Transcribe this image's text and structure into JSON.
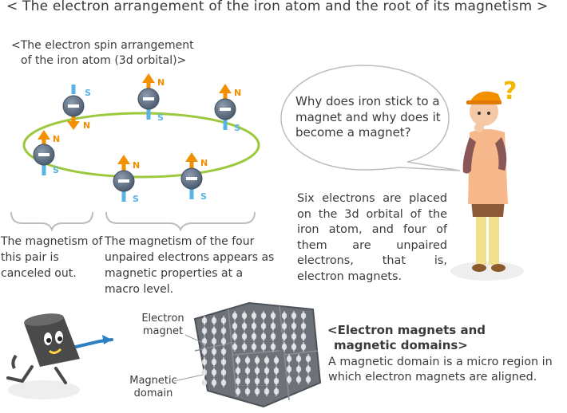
{
  "title": "< The electron arrangement of the iron atom and the root of its magnetism >",
  "spin_heading": {
    "line1": "<The electron spin arrangement",
    "line2": "of the iron atom (3d orbital)>"
  },
  "pole_labels": {
    "north": "N",
    "south": "S"
  },
  "pair_caption": "The magnetism of this pair is canceled out.",
  "unpaired_caption": "The magnetism of the four unpaired electrons appears as magnetic properties at a macro level.",
  "bubble_text": "Why does iron stick to a magnet and why does it become a magnet?",
  "six_electrons_text": "Six electrons are placed on the 3d orbital of the iron atom, and four of them are unpaired electrons, that is, electron magnets.",
  "labels": {
    "electron_magnet": "Electron magnet",
    "magnetic_domain": "Magnetic domain"
  },
  "domains_heading": {
    "line1": "<Electron magnets and",
    "line2": "magnetic domains>"
  },
  "domains_desc": "A magnetic domain is a micro region in which electron magnets are aligned.",
  "colors": {
    "orbit": "#9bc83c",
    "electron_body": "#5b6b7d",
    "north_arrow": "#f29000",
    "south_arrow": "#58b4e6",
    "text": "#3a3a3a"
  }
}
